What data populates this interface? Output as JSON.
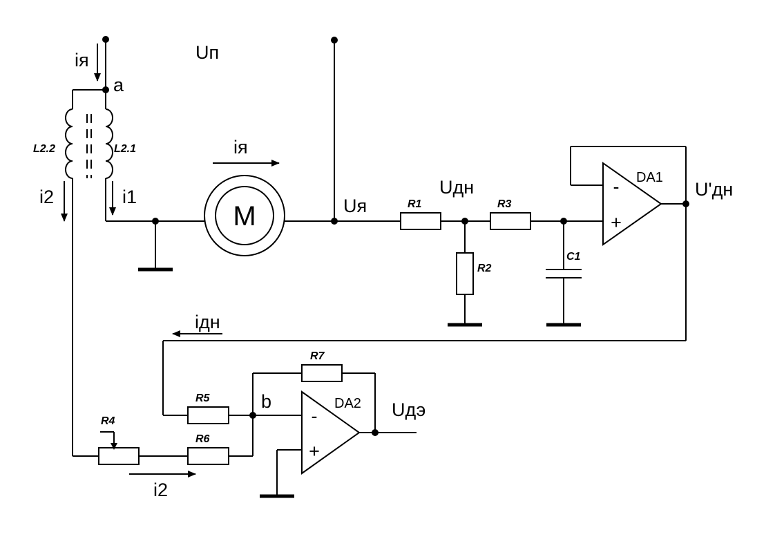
{
  "labels": {
    "supply_voltage": "Uп",
    "node_a": "a",
    "node_b": "b",
    "winding_l22": "L2.2",
    "winding_l21": "L2.1",
    "armature_current_top": "iя",
    "armature_current_motor": "iя",
    "current_i1": "i1",
    "current_i2_left": "i2",
    "current_i2_bottom": "i2",
    "current_idn": "iдн",
    "motor": "M",
    "armature_voltage": "Uя",
    "sensor_voltage": "Uдн",
    "sensor_voltage_out": "U'дн",
    "output_voltage": "Uдэ",
    "opamp1": "DA1",
    "opamp2": "DA2",
    "r1": "R1",
    "r2": "R2",
    "r3": "R3",
    "r4": "R4",
    "r5": "R5",
    "r6": "R6",
    "r7": "R7",
    "c1": "C1",
    "minus_sign": "-",
    "plus_sign": "+"
  }
}
